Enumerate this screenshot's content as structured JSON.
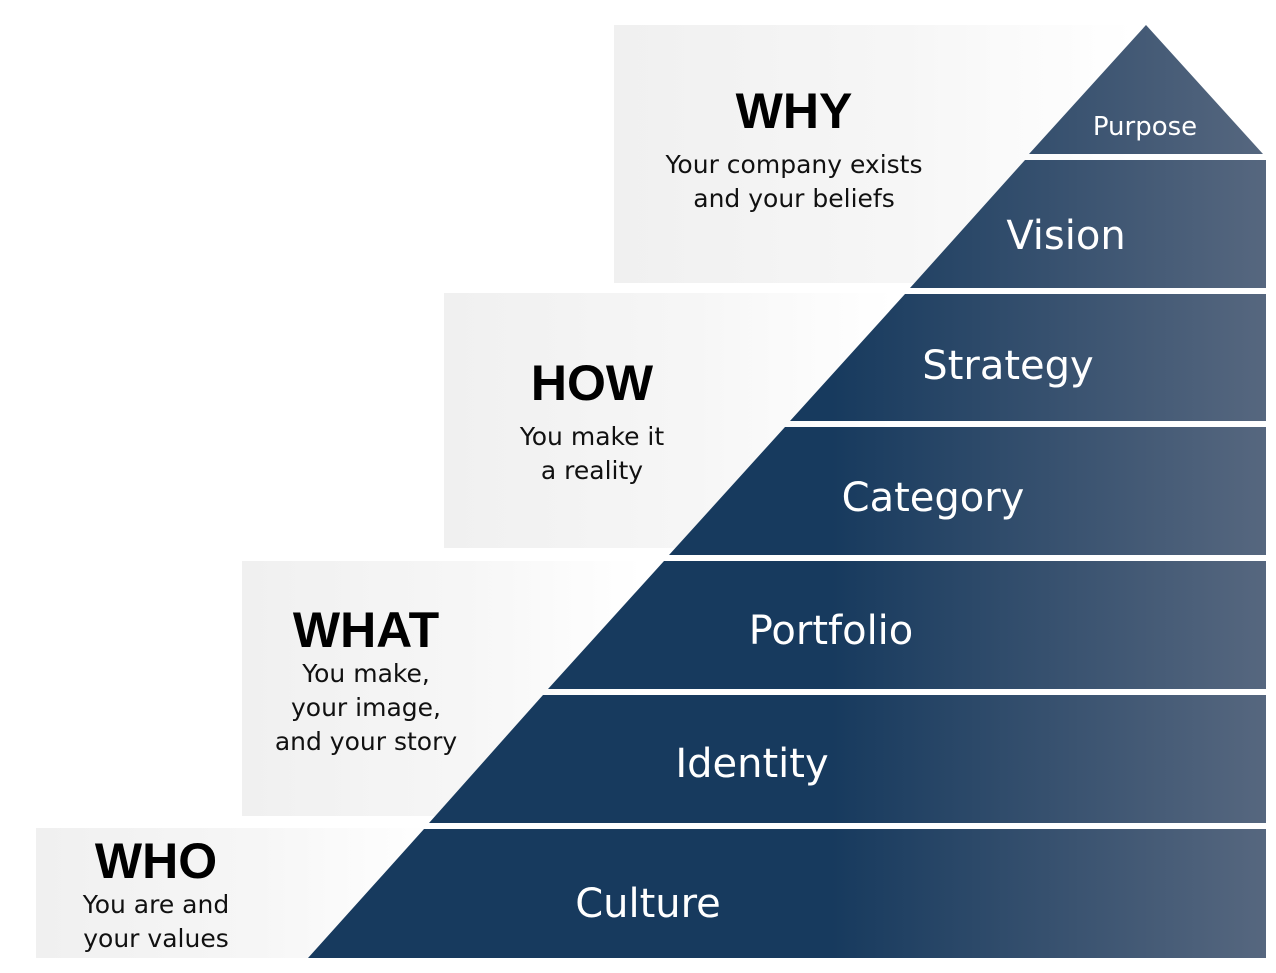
{
  "colors": {
    "tier_dark": "#173a5e",
    "tier_light": "#56677f",
    "text_primary": "#000000"
  },
  "categories": [
    {
      "heading": "WHY",
      "description": [
        "Your company exists",
        "and your beliefs"
      ]
    },
    {
      "heading": "HOW",
      "description": [
        "You make it",
        "a reality"
      ]
    },
    {
      "heading": "WHAT",
      "description": [
        "You make,",
        "your image,",
        "and your story"
      ]
    },
    {
      "heading": "WHO",
      "description": [
        "You are and",
        "your values"
      ]
    }
  ],
  "tiers": [
    "Purpose",
    "Vision",
    "Strategy",
    "Category",
    "Portfolio",
    "Identity",
    "Culture"
  ]
}
